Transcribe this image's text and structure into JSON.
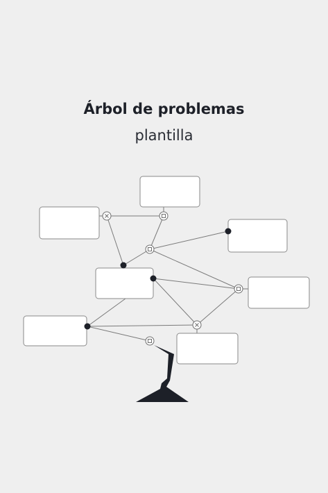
{
  "header": {
    "title": "Árbol de problemas",
    "subtitle": "plantilla"
  },
  "diagram": {
    "colors": {
      "line": "#7a7a7a",
      "box_fill": "#ffffff",
      "box_border": "#8a8a8a",
      "dot": "#1d2028",
      "silhouette": "#1d2028"
    },
    "boxes": [
      {
        "id": "top-center",
        "text": ""
      },
      {
        "id": "top-left",
        "text": ""
      },
      {
        "id": "right-upper",
        "text": ""
      },
      {
        "id": "center",
        "text": ""
      },
      {
        "id": "right-middle",
        "text": ""
      },
      {
        "id": "left-lower",
        "text": ""
      },
      {
        "id": "bottom-right",
        "text": ""
      }
    ]
  }
}
